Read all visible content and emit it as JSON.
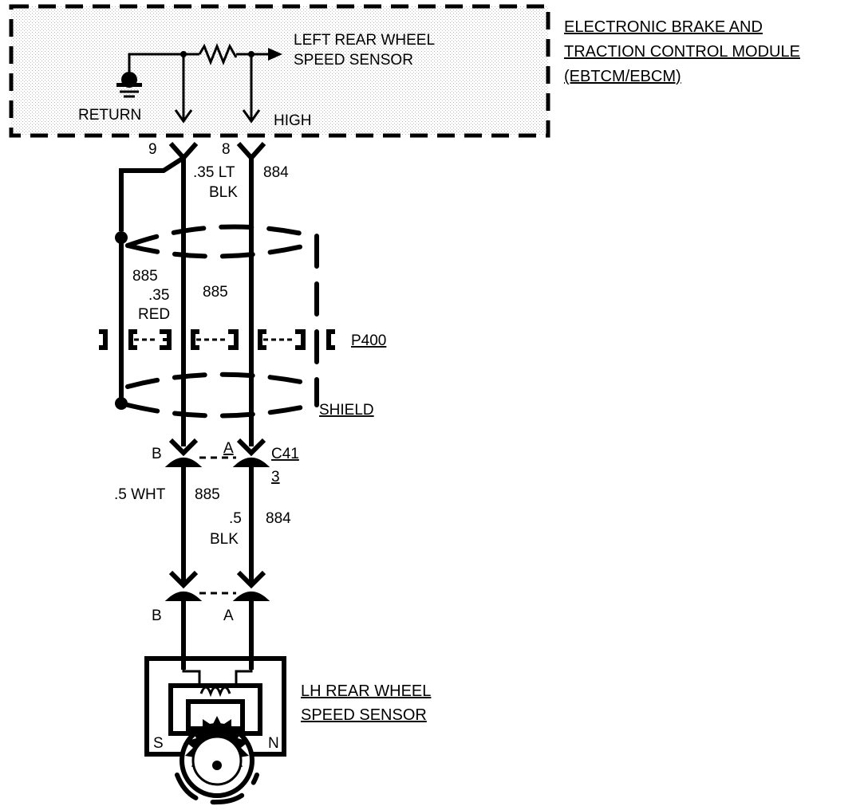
{
  "module": {
    "title_lines": [
      "ELECTRONIC BRAKE AND",
      "TRACTION CONTROL MODULE",
      "(EBTCM/EBCM)"
    ],
    "internal_sensor_lines": [
      "LEFT REAR WHEEL",
      "SPEED SENSOR"
    ],
    "return_label": "RETURN",
    "high_label": "HIGH",
    "pin_return": "9",
    "pin_high": "8"
  },
  "wires_upper": {
    "return_size": ".35",
    "return_color": "RED",
    "return_circuit": "885",
    "return_circuit_right": "885",
    "high_size": ".35 LT",
    "high_color": "BLK",
    "high_circuit": "884"
  },
  "splice": {
    "label": "P400"
  },
  "shield": {
    "label": "SHIELD"
  },
  "connector_c41": {
    "label": "C41",
    "sub": "3",
    "pin_b": "B",
    "pin_a": "A"
  },
  "wires_lower": {
    "return_size_color": ".5 WHT",
    "return_circuit": "885",
    "high_size": ".5",
    "high_color": "BLK",
    "high_circuit": "884"
  },
  "sensor_connector": {
    "pin_b": "B",
    "pin_a": "A"
  },
  "sensor": {
    "label_lines": [
      "LH REAR WHEEL",
      "SPEED SENSOR"
    ],
    "pole_s": "S",
    "pole_n": "N"
  }
}
